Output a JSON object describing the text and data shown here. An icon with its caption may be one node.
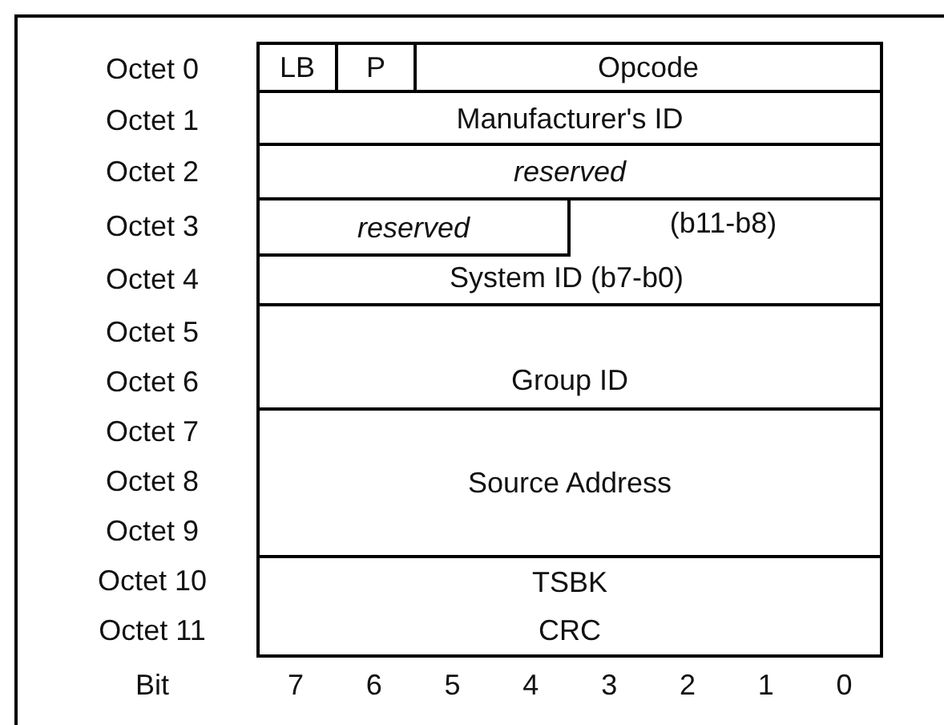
{
  "diagram": {
    "nodes": [
      {
        "text": [
          "LB"
        ]
      },
      {
        "text": [
          "P"
        ]
      },
      {
        "text": [
          "Opcode"
        ]
      },
      {
        "text": [
          "Manufacturer's ID"
        ]
      },
      {
        "text": [
          "reserved"
        ]
      },
      {
        "text": [
          "reserved"
        ]
      },
      {
        "text": [
          "(b11-b8)",
          "System ID (b7-b0)"
        ]
      },
      {
        "text": [
          "Group ID"
        ]
      },
      {
        "text": [
          "Source Address"
        ]
      },
      {
        "text": [
          "TSBK",
          "CRC"
        ]
      }
    ],
    "edges": [],
    "labels": [
      "Octet 0",
      "Octet 1",
      "Octet 2",
      "Octet 3",
      "Octet 4",
      "Octet 5",
      "Octet 6",
      "Octet 7",
      "Octet 8",
      "Octet 9",
      "Octet 10",
      "Octet 11",
      "Bit",
      "7",
      "6",
      "5",
      "4",
      "3",
      "2",
      "1",
      "0"
    ]
  }
}
